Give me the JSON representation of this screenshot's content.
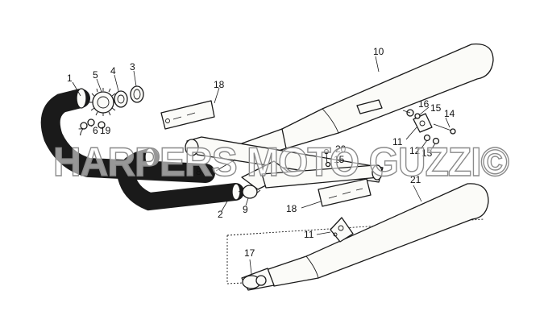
{
  "watermark": "HARPERS MOTO GUZZI©",
  "callouts": {
    "c1": "1",
    "c2": "2",
    "c3": "3",
    "c4": "4",
    "c5": "5",
    "c6": "6",
    "c7": "7",
    "c8": "8",
    "c9": "9",
    "c10": "10",
    "c11a": "11",
    "c11b": "11",
    "c12": "12",
    "c13": "13",
    "c14": "14",
    "c15a": "15",
    "c15b": "15",
    "c16": "16",
    "c17": "17",
    "c18a": "18",
    "c18b": "18",
    "c19": "19",
    "c20": "20",
    "c21": "21"
  },
  "colors": {
    "line": "#1a1a1a",
    "paper": "#ffffff",
    "watermark_outline": "#8a8a8a"
  }
}
